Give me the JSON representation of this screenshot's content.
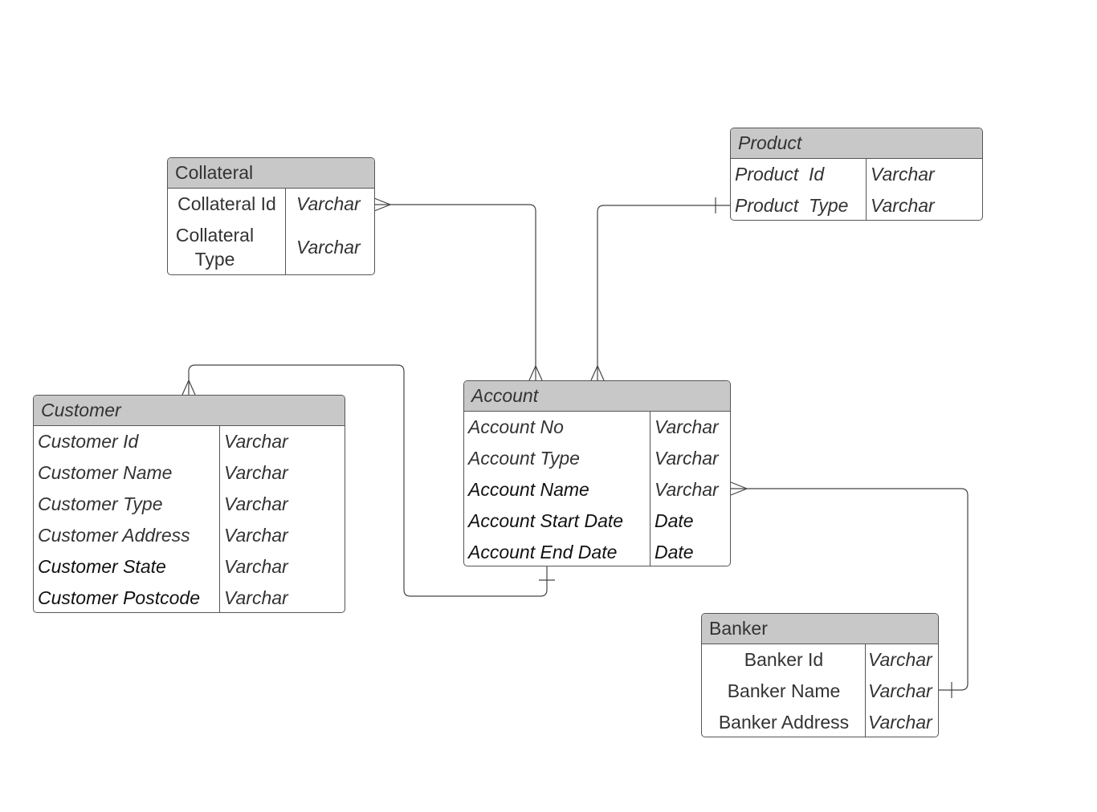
{
  "entities": {
    "collateral": {
      "title": "Collateral",
      "rows": [
        {
          "name": "Collateral Id",
          "type": "Varchar"
        },
        {
          "name": "Collateral Type",
          "type": "Varchar"
        }
      ]
    },
    "product": {
      "title": "Product",
      "rows": [
        {
          "name": "Product  Id",
          "type": "Varchar"
        },
        {
          "name": "Product  Type",
          "type": "Varchar"
        }
      ]
    },
    "customer": {
      "title": "Customer",
      "rows": [
        {
          "name": "Customer Id",
          "type": "Varchar"
        },
        {
          "name": "Customer Name",
          "type": "Varchar"
        },
        {
          "name": "Customer Type",
          "type": "Varchar"
        },
        {
          "name": "Customer Address",
          "type": "Varchar"
        },
        {
          "name": "Customer State",
          "type": "Varchar"
        },
        {
          "name": "Customer Postcode",
          "type": "Varchar"
        }
      ]
    },
    "account": {
      "title": "Account",
      "rows": [
        {
          "name": "Account No",
          "type": "Varchar"
        },
        {
          "name": "Account Type",
          "type": "Varchar"
        },
        {
          "name": "Account Name",
          "type": "Varchar"
        },
        {
          "name": "Account Start Date",
          "type": "Date"
        },
        {
          "name": "Account End Date",
          "type": "Date"
        }
      ]
    },
    "banker": {
      "title": "Banker",
      "rows": [
        {
          "name": "Banker Id",
          "type": "Varchar"
        },
        {
          "name": "Banker Name",
          "type": "Varchar"
        },
        {
          "name": "Banker Address",
          "type": "Varchar"
        }
      ]
    }
  },
  "relationships": [
    {
      "from": "Collateral",
      "from_end": "many",
      "to": "Account",
      "to_end": "many"
    },
    {
      "from": "Product",
      "from_end": "one",
      "to": "Account",
      "to_end": "many"
    },
    {
      "from": "Customer",
      "from_end": "many",
      "to": "Account",
      "to_end": "one"
    },
    {
      "from": "Account",
      "from_end": "many",
      "to": "Banker",
      "to_end": "one"
    }
  ],
  "colors": {
    "header_fill": "#c8c8c8",
    "border": "#555555",
    "text": "#333333",
    "line": "#444444"
  }
}
